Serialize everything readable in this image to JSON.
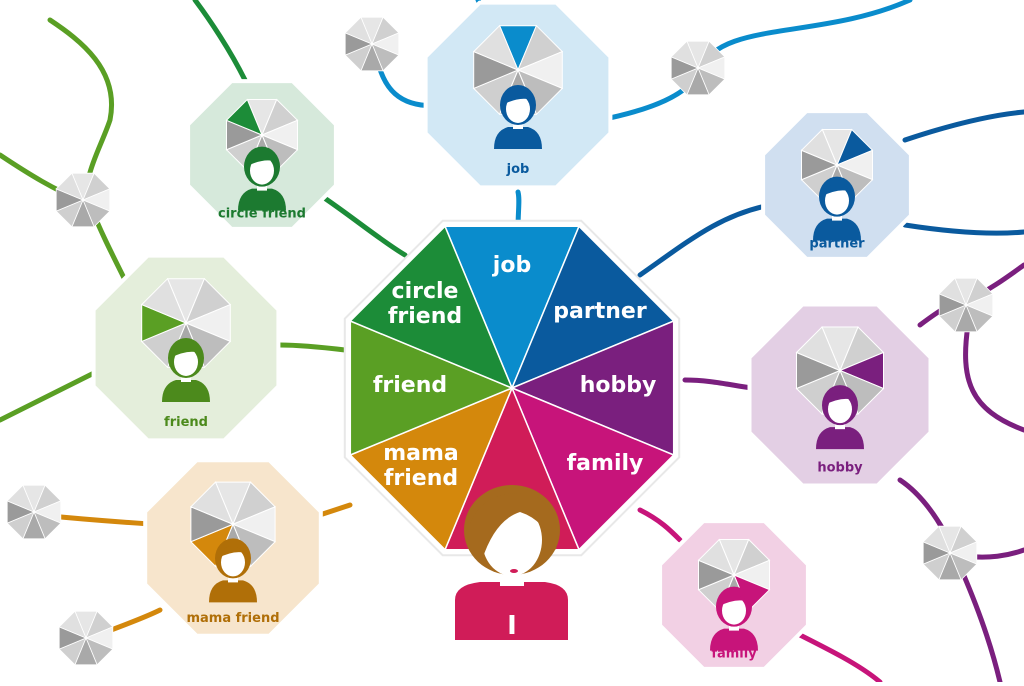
{
  "center": {
    "segments": [
      {
        "label": "job",
        "color": "#0a8ccc"
      },
      {
        "label": "partner",
        "color": "#0a5a9e"
      },
      {
        "label": "hobby",
        "color": "#7a1f7e"
      },
      {
        "label": "family",
        "color": "#c7147a"
      },
      {
        "label": "",
        "color": "#d01c58"
      },
      {
        "label": "mama\nfriend",
        "color": "#d4880c"
      },
      {
        "label": "friend",
        "color": "#5a9f24"
      },
      {
        "label": "circle\nfriend",
        "color": "#1c8c38"
      }
    ],
    "self_label": "I",
    "self_color": "#d01c58"
  },
  "nodes": [
    {
      "id": "job",
      "label": "job",
      "color": "#0a8ccc",
      "bg": "#d2e8f5",
      "hair": "#0a5a9e"
    },
    {
      "id": "partner",
      "label": "partner",
      "color": "#0a5a9e",
      "bg": "#d0dff0",
      "hair": "#0a5a9e"
    },
    {
      "id": "hobby",
      "label": "hobby",
      "color": "#7a1f7e",
      "bg": "#e3cfe4",
      "hair": "#7a1f7e"
    },
    {
      "id": "family",
      "label": "family",
      "color": "#c7147a",
      "bg": "#f2d0e4",
      "hair": "#c7147a"
    },
    {
      "id": "mama-friend",
      "label": "mama friend",
      "color": "#d4880c",
      "bg": "#f7e5cc",
      "hair": "#b06f08"
    },
    {
      "id": "friend",
      "label": "friend",
      "color": "#5a9f24",
      "bg": "#e4eedb",
      "hair": "#4c8a1c"
    },
    {
      "id": "circle-friend",
      "label": "circle friend",
      "color": "#1c8c38",
      "bg": "#d6e9db",
      "hair": "#1c7a30"
    }
  ]
}
